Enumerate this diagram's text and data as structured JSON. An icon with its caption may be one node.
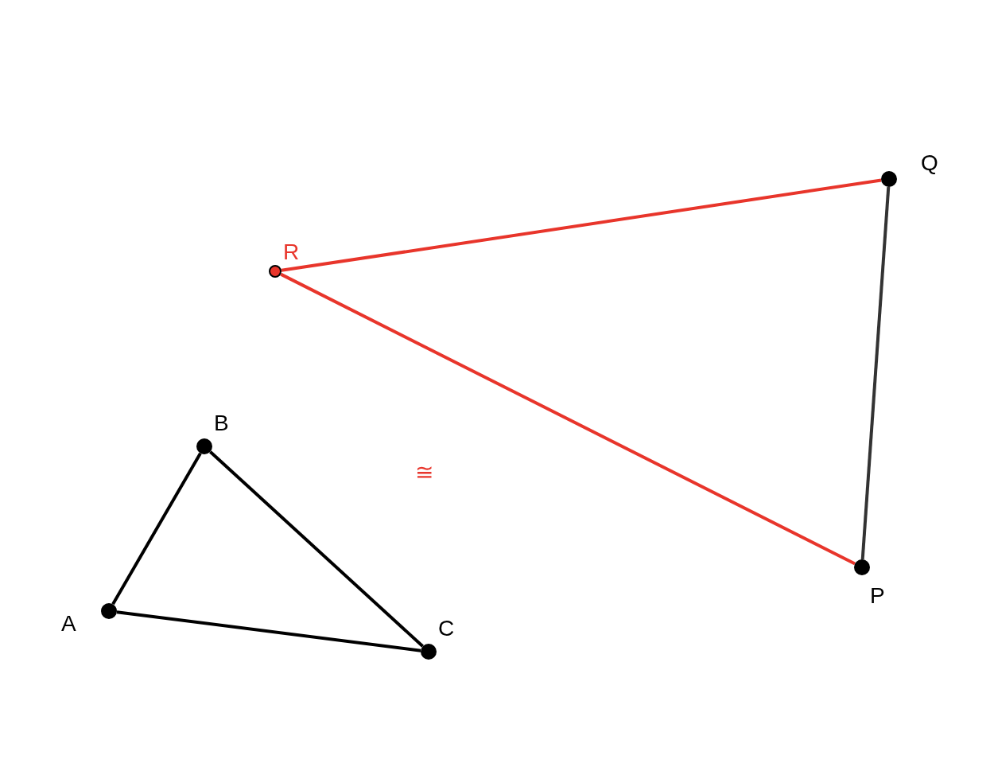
{
  "diagram": {
    "nodes": [
      {
        "text": [],
        "shape": "circle",
        "beside": [
          "A"
        ]
      },
      {
        "text": [],
        "shape": "circle",
        "beside": [
          "B"
        ]
      },
      {
        "text": [],
        "shape": "circle",
        "beside": [
          "C"
        ]
      },
      {
        "text": [],
        "shape": "circle",
        "beside": [
          "R"
        ]
      },
      {
        "text": [],
        "shape": "circle",
        "beside": [
          "Q"
        ]
      },
      {
        "text": [],
        "shape": "circle",
        "beside": [
          "P"
        ]
      }
    ],
    "edges": [
      {
        "from": 0,
        "to": 1,
        "arrow": "none"
      },
      {
        "from": 1,
        "to": 2,
        "arrow": "none"
      },
      {
        "from": 2,
        "to": 0,
        "arrow": "none"
      },
      {
        "from": 3,
        "to": 4,
        "arrow": "none",
        "color": "#e8352b"
      },
      {
        "from": 3,
        "to": 5,
        "arrow": "none",
        "color": "#e8352b"
      },
      {
        "from": 4,
        "to": 5,
        "arrow": "none",
        "color": "#333333"
      }
    ],
    "labels": [
      "≅"
    ]
  }
}
